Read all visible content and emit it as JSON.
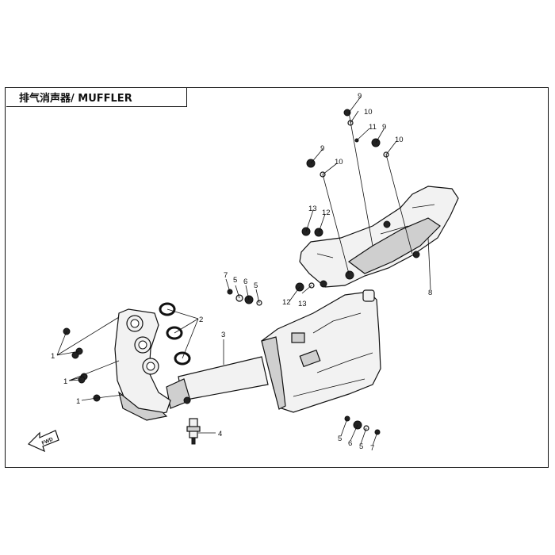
{
  "title": "排气消声器/ MUFFLER",
  "callouts": {
    "c1a": "1",
    "c1b": "1",
    "c1c": "1",
    "c2": "2",
    "c3": "3",
    "c4": "4",
    "c5a": "5",
    "c5b": "5",
    "c5c": "5",
    "c5d": "5",
    "c6a": "6",
    "c6b": "6",
    "c7a": "7",
    "c7b": "7",
    "c8": "8",
    "c9a": "9",
    "c9b": "9",
    "c9c": "9",
    "c10a": "10",
    "c10b": "10",
    "c10c": "10",
    "c11": "11",
    "c12a": "12",
    "c12b": "12",
    "c13a": "13",
    "c13b": "13"
  },
  "fwd_label": "FWD"
}
